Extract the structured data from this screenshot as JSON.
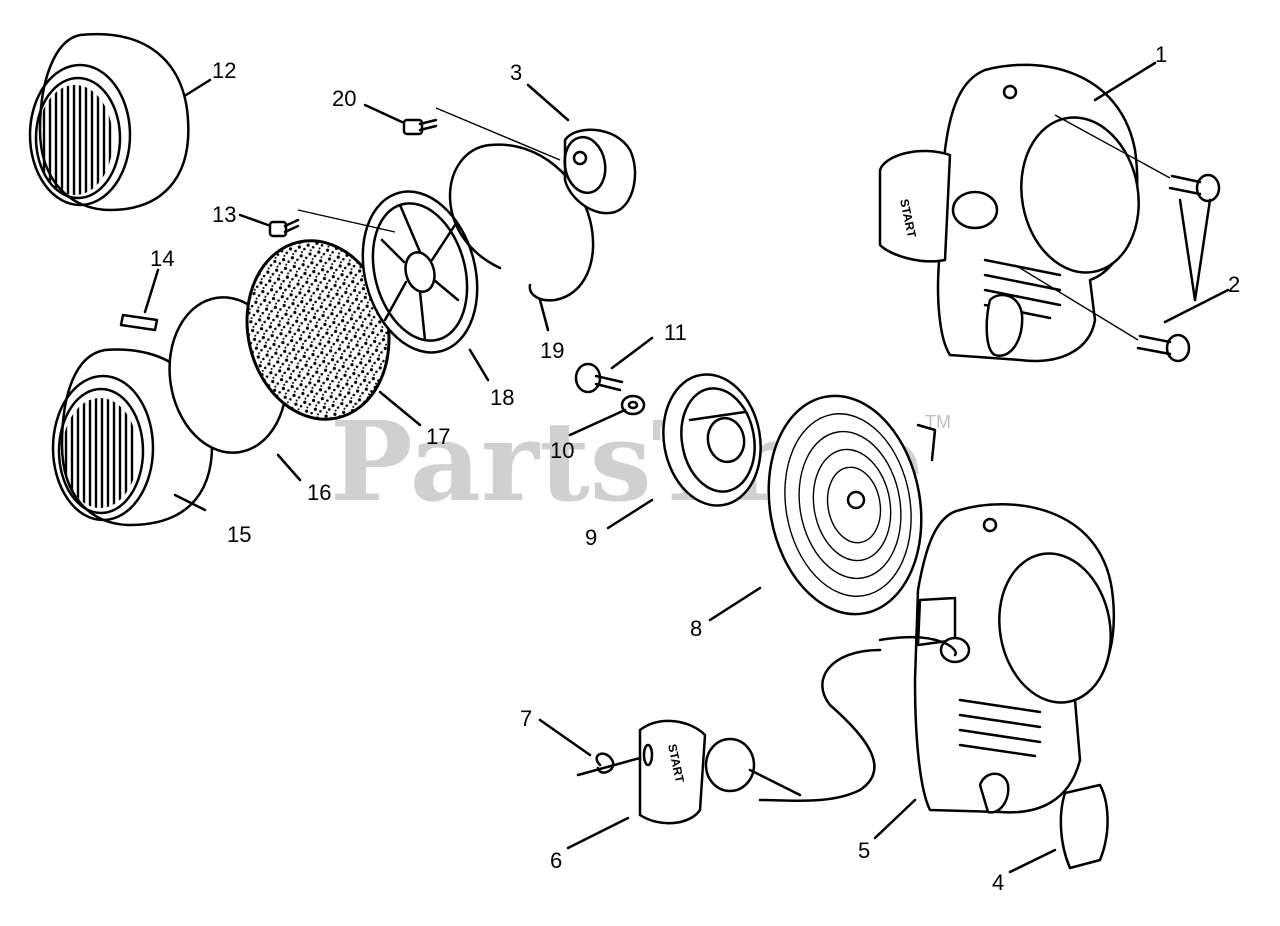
{
  "watermark": {
    "brand": "PartsTree",
    "trademark": "TM"
  },
  "callouts": [
    "1",
    "2",
    "3",
    "4",
    "5",
    "6",
    "7",
    "8",
    "9",
    "10",
    "11",
    "12",
    "13",
    "14",
    "15",
    "16",
    "17",
    "18",
    "19",
    "20"
  ],
  "handle_text": "START"
}
